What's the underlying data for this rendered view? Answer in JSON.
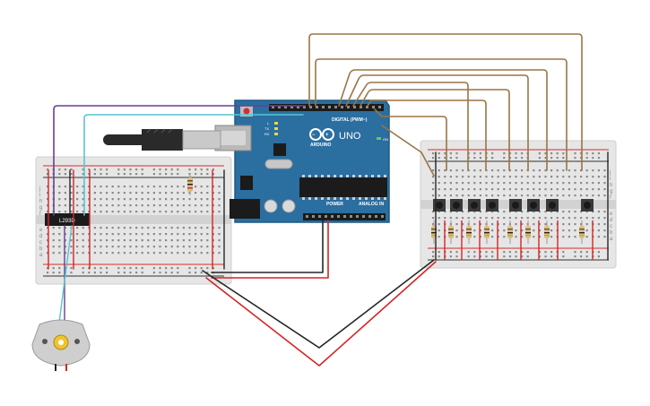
{
  "canvas": {
    "background": "#ffffff"
  },
  "colors": {
    "board": "#2b6ea0",
    "board_dark": "#1f5a86",
    "breadboard": "#e9e9e9",
    "rail_red": "#d92b2b",
    "rail_black": "#333333",
    "wire_brown": "#9a7446",
    "wire_purple": "#6a3f8f",
    "wire_cyan": "#55c6cf",
    "wire_red": "#d62525",
    "wire_black": "#262626",
    "motor": "#cfcfcf",
    "chip": "#1b1b1b"
  },
  "arduino": {
    "brand": "ARDUINO",
    "model": "UNO",
    "header_digital": "DIGITAL (PWM~)",
    "header_power": "POWER",
    "header_analog": "ANALOG IN",
    "led_on": "ON",
    "led_l": "L",
    "led_tx": "TX",
    "led_rx": "RX"
  },
  "driver_ic": {
    "label": "L293D"
  },
  "left_breadboard": {
    "row_letters_top": [
      "j",
      "i",
      "h",
      "g",
      "f"
    ],
    "row_letters_bottom": [
      "e",
      "d",
      "c",
      "b",
      "a"
    ]
  },
  "right_breadboard": {
    "row_letters_top": [
      "j",
      "i",
      "h",
      "g",
      "f"
    ],
    "row_letters_bottom": [
      "e",
      "d",
      "c",
      "b",
      "a"
    ]
  },
  "pushbuttons": {
    "count": 8
  },
  "resistors": {
    "count": 8
  }
}
